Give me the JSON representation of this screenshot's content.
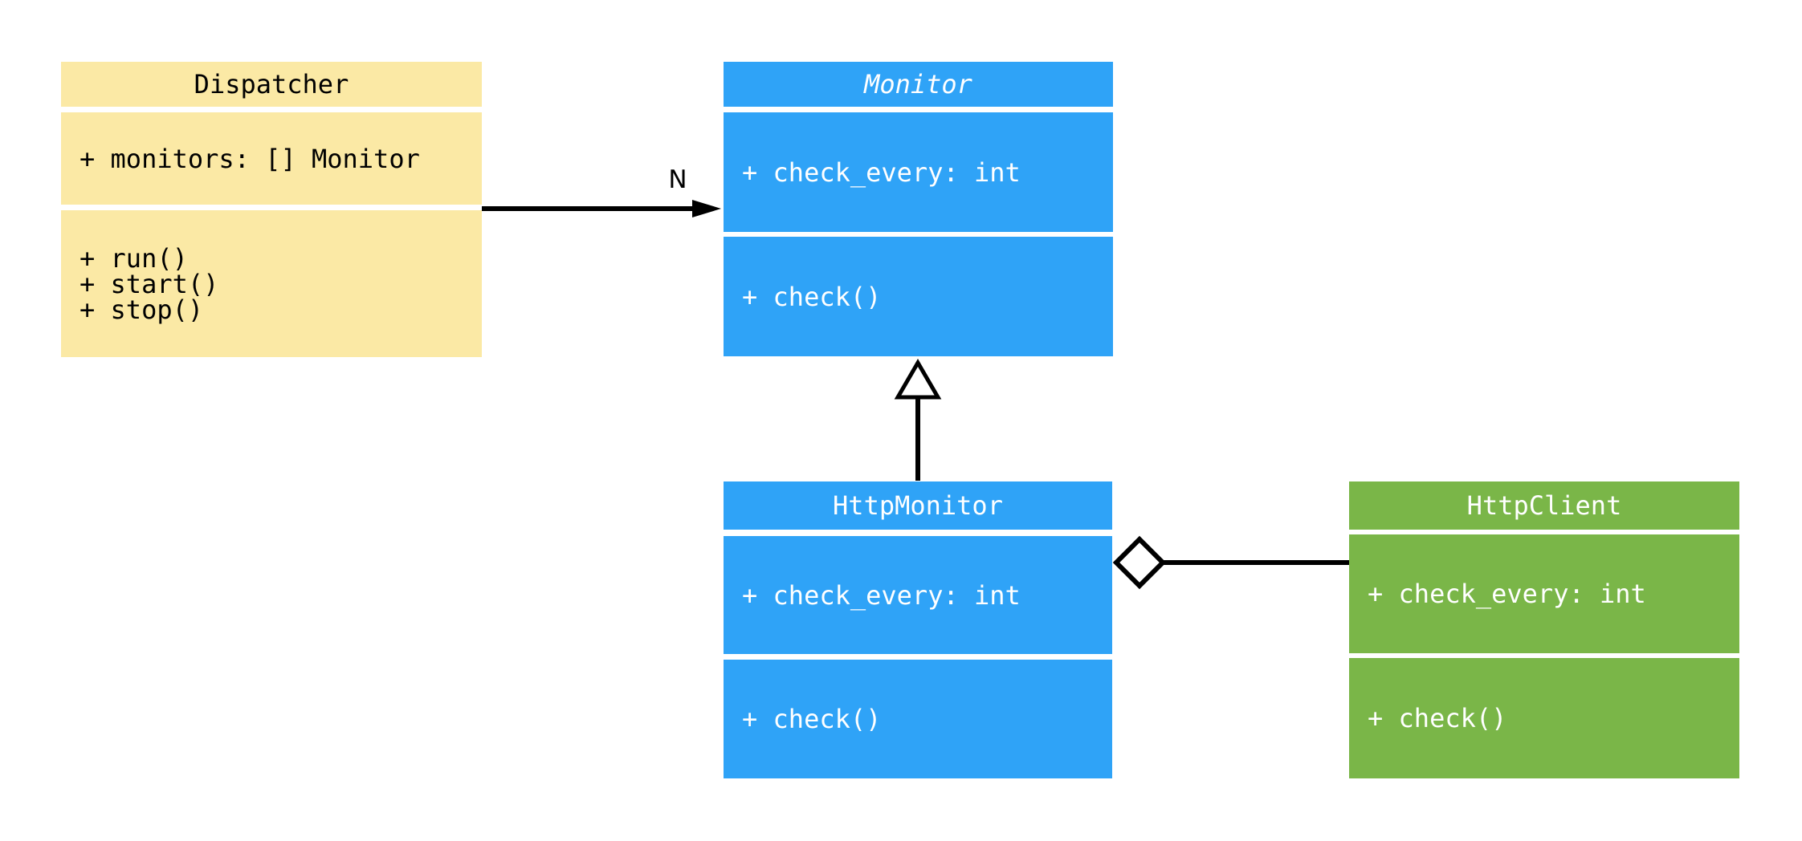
{
  "diagram": {
    "kind": "uml-class-diagram",
    "background": "#ffffff"
  },
  "palette": {
    "class_yellow": "#fbe9a5",
    "class_blue": "#2fa3f7",
    "class_green": "#7ab648",
    "text_on_yellow": "#000000",
    "text_on_blue": "#ffffff",
    "text_on_green": "#ffffff",
    "connector_black": "#000000"
  },
  "classes": [
    {
      "name": "Dispatcher",
      "abstract": false,
      "fill": "#fbe9a5",
      "attributes": [
        "+ monitors: [] Monitor"
      ],
      "methods": [
        "+ run()",
        "+ start()",
        "+ stop()"
      ]
    },
    {
      "name": "Monitor",
      "abstract": true,
      "fill": "#2fa3f7",
      "attributes": [
        "+ check_every: int"
      ],
      "methods": [
        "+ check()"
      ]
    },
    {
      "name": "HttpMonitor",
      "abstract": false,
      "fill": "#2fa3f7",
      "attributes": [
        "+ check_every: int"
      ],
      "methods": [
        "+ check()"
      ]
    },
    {
      "name": "HttpClient",
      "abstract": false,
      "fill": "#7ab648",
      "attributes": [
        "+ check_every: int"
      ],
      "methods": [
        "+ check()"
      ]
    }
  ],
  "relationships": [
    {
      "type": "directed-association",
      "from": "Dispatcher",
      "to": "Monitor",
      "label": "N"
    },
    {
      "type": "inheritance",
      "from": "HttpMonitor",
      "to": "Monitor",
      "label": ""
    },
    {
      "type": "aggregation",
      "from": "HttpMonitor",
      "to": "HttpClient",
      "label": ""
    }
  ]
}
